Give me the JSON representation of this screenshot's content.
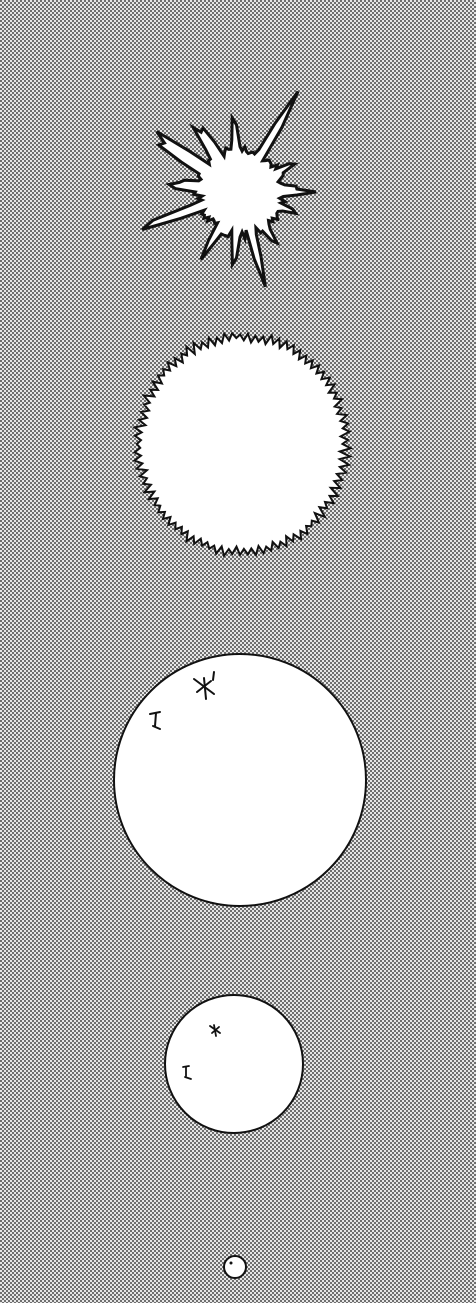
{
  "colors": {
    "screen_dark": "#6f6f6f",
    "screen_light": "#e6e6e6",
    "fill": "#ffffff",
    "ink": "#111111"
  },
  "figures": [
    {
      "name": "starburst-shape",
      "kind": "starburst"
    },
    {
      "name": "jagged-circle-shape",
      "kind": "jagged-circle"
    },
    {
      "name": "large-circle-shape",
      "kind": "circle-with-marks"
    },
    {
      "name": "medium-circle-shape",
      "kind": "circle-with-marks"
    },
    {
      "name": "tiny-circle-shape",
      "kind": "small-circle"
    }
  ]
}
